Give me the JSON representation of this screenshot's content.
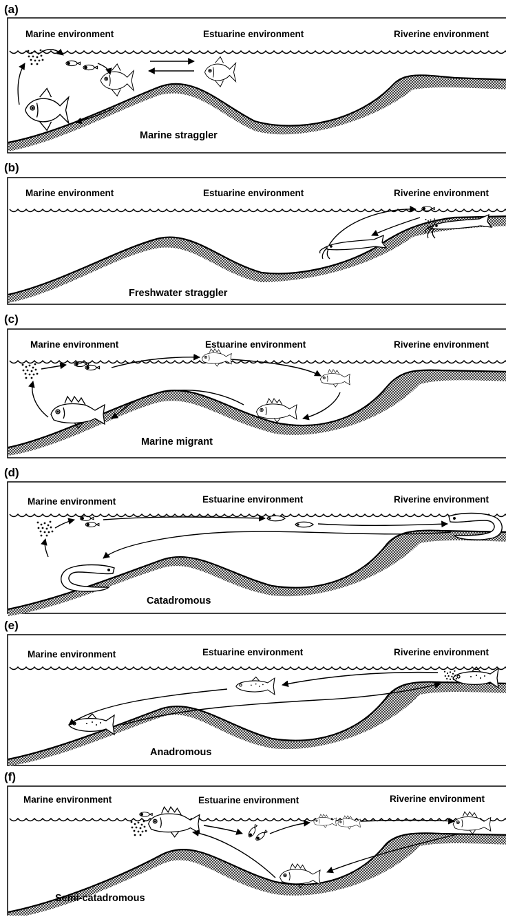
{
  "panels": [
    {
      "label": "(a)",
      "envs": [
        "Marine environment",
        "Estuarine environment",
        "Riverine environment"
      ],
      "title": "Marine straggler"
    },
    {
      "label": "(b)",
      "envs": [
        "Marine environment",
        "Estuarine environment",
        "Riverine environment"
      ],
      "title": "Freshwater straggler"
    },
    {
      "label": "(c)",
      "envs": [
        "Marine environment",
        "Estuarine environment",
        "Riverine environment"
      ],
      "title": "Marine migrant"
    },
    {
      "label": "(d)",
      "envs": [
        "Marine environment",
        "Estuarine environment",
        "Riverine environment"
      ],
      "title": "Catadromous"
    },
    {
      "label": "(e)",
      "envs": [
        "Marine environment",
        "Estuarine environment",
        "Riverine environment"
      ],
      "title": "Anadromous"
    },
    {
      "label": "(f)",
      "envs": [
        "Marine environment",
        "Estuarine environment",
        "Riverine environment"
      ],
      "title": "Semi-catadromous"
    }
  ],
  "colors": {
    "ink": "#000000",
    "seabed": "#555555",
    "background": "#ffffff"
  },
  "icons": [
    "fish-icon",
    "larva-icon",
    "egg-cluster-icon",
    "eel-icon",
    "catfish-icon",
    "arrow-icon"
  ]
}
